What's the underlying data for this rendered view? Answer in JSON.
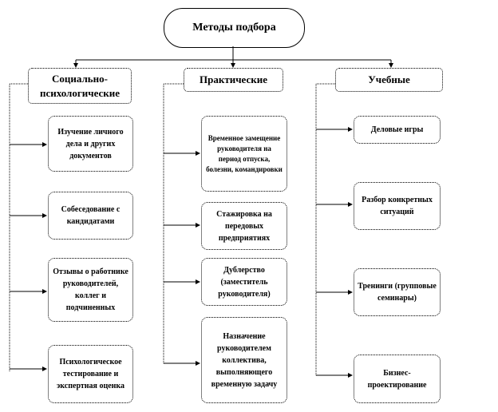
{
  "title": "Методы подбора",
  "columns": [
    {
      "header": "Социально-психологические",
      "items": [
        "Изучение личного дела и других документов",
        "Собеседование с кандидатами",
        "Отзывы о работнике руководителей, коллег и подчиненных",
        "Психологическое тестирование и экспертная оценка"
      ]
    },
    {
      "header": "Практические",
      "items": [
        "Временное замещение руководителя на период отпуска, болезни, командировки",
        "Стажировка на передовых предприятиях",
        "Дублерство (заместитель руководителя)",
        "Назначение руководителем коллектива, выполняющего временную задачу"
      ]
    },
    {
      "header": "Учебные",
      "items": [
        "Деловые игры",
        "Разбор конкретных ситуаций",
        "Тренинги (групповые семинары)",
        "Бизнес-проектирование"
      ]
    }
  ]
}
